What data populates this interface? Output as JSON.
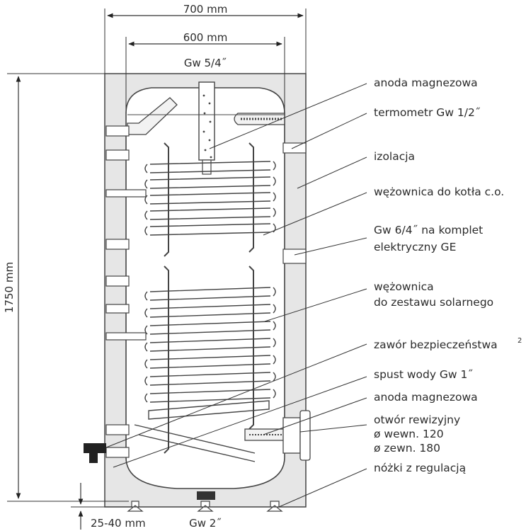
{
  "dimensions": {
    "outer_width": "700 mm",
    "inner_width": "600 mm",
    "top_connection": "Gw 5/4˝",
    "height": "1750 mm",
    "feet_range": "25-40 mm",
    "bottom_connection": "Gw 2˝"
  },
  "labels": [
    {
      "lines": [
        "anoda magnezowa"
      ]
    },
    {
      "lines": [
        "termometr Gw 1/2˝"
      ]
    },
    {
      "lines": [
        "izolacja"
      ]
    },
    {
      "lines": [
        "wężownica do kotła c.o."
      ]
    },
    {
      "lines": [
        "Gw 6/4˝ na komplet",
        "elektryczny GE"
      ]
    },
    {
      "lines": [
        "wężownica",
        "do zestawu solarnego"
      ]
    },
    {
      "lines": [
        "zawór bezpieczeństwa",
        "2"
      ]
    },
    {
      "lines": [
        "spust wody Gw 1˝"
      ]
    },
    {
      "lines": [
        "anoda magnezowa"
      ]
    },
    {
      "lines": [
        "otwór rewizyjny",
        "ø wewn. 120",
        "ø zewn. 180"
      ]
    },
    {
      "lines": [
        "nóżki z regulacją"
      ]
    }
  ]
}
